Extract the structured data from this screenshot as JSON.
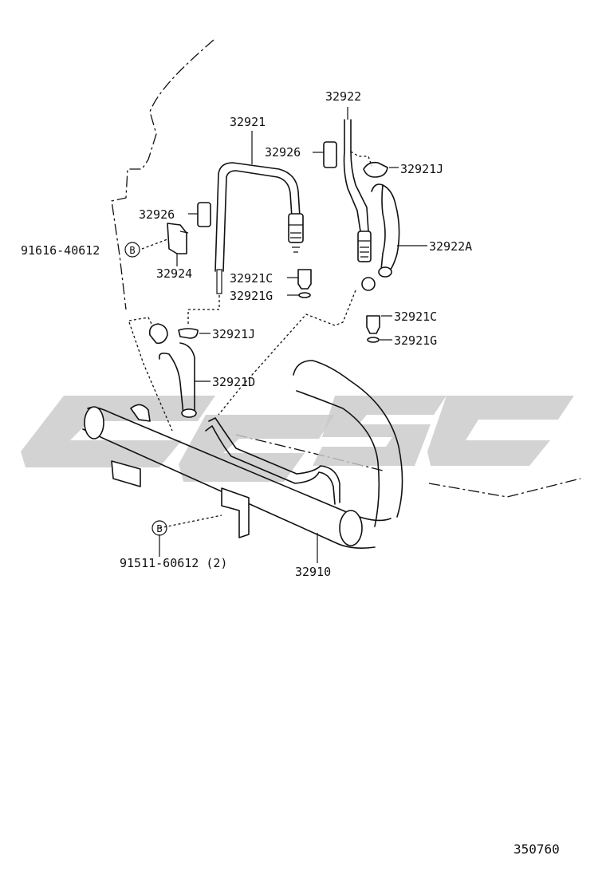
{
  "diagram": {
    "labels": {
      "p32921": "32921",
      "p32922": "32922",
      "p32926_top": "32926",
      "p32926_left": "32926",
      "p32921J_top": "32921J",
      "p32922A": "32922A",
      "p91616": "91616-40612",
      "p32924": "32924",
      "p32921C_left": "32921C",
      "p32921G_left": "32921G",
      "p32921C_right": "32921C",
      "p32921G_right": "32921G",
      "p32921J_left": "32921J",
      "p32921D": "32921D",
      "p91511": "91511-60612 (2)",
      "p32910": "32910",
      "callout_b1": "B",
      "callout_b2": "B",
      "ref_number": "350760"
    },
    "watermark": {
      "color": "#c9c9c9"
    }
  }
}
